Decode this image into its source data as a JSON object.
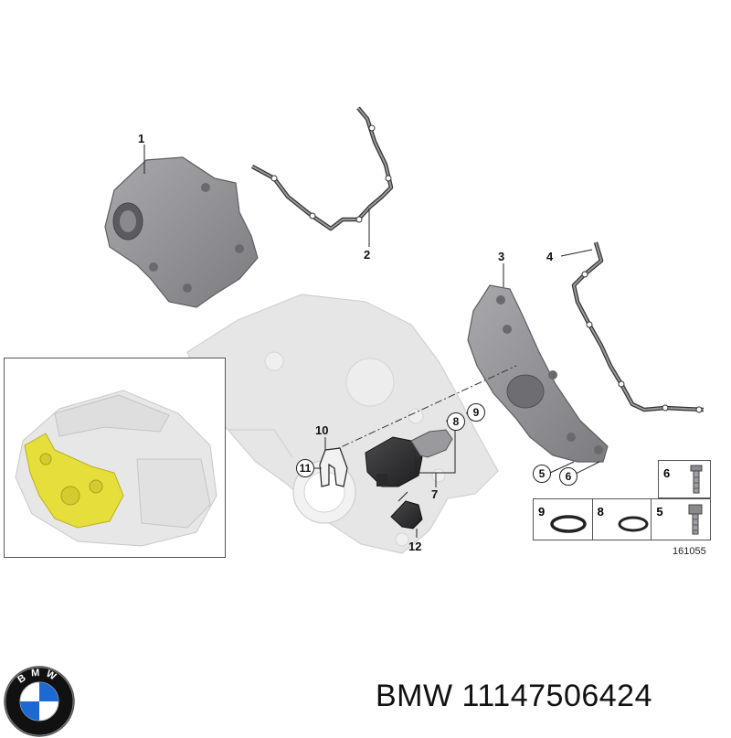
{
  "callouts": {
    "c1": "1",
    "c2": "2",
    "c3": "3",
    "c4": "4",
    "c5": "5",
    "c6": "6",
    "c7": "7",
    "c8": "8",
    "c9": "9",
    "c10": "10",
    "c11": "11",
    "c12": "12"
  },
  "legend": {
    "top_cell_number": "6",
    "bottom_cells": [
      {
        "number": "9",
        "part": "o-ring-large"
      },
      {
        "number": "8",
        "part": "o-ring-small"
      },
      {
        "number": "5",
        "part": "bolt"
      }
    ]
  },
  "diagram_number": "161055",
  "brand_logo_letters": "BMW",
  "caption": "BMW 11147506424",
  "colors": {
    "part_gray": "#8e8e92",
    "ghost_gray": "#e4e4e4",
    "highlight_yellow": "#e6de3a",
    "logo_blue": "#1c69d4"
  }
}
